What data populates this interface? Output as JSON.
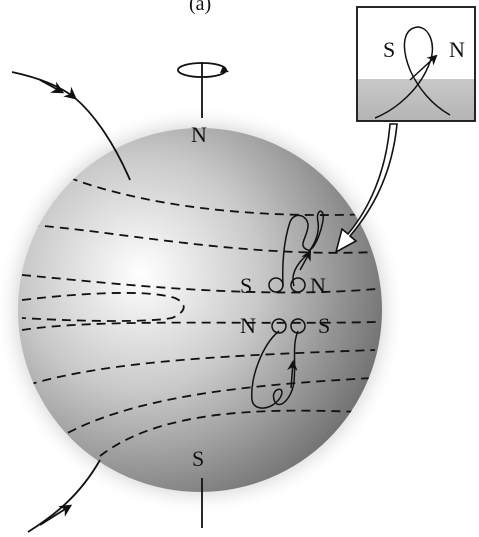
{
  "panel_label": "(a)",
  "globe": {
    "north_pole": "N",
    "south_pole": "S"
  },
  "spot_pair_upper": {
    "left": "S",
    "right": "N"
  },
  "spot_pair_lower": {
    "left": "N",
    "right": "S"
  },
  "inset": {
    "left": "S",
    "right": "N"
  }
}
